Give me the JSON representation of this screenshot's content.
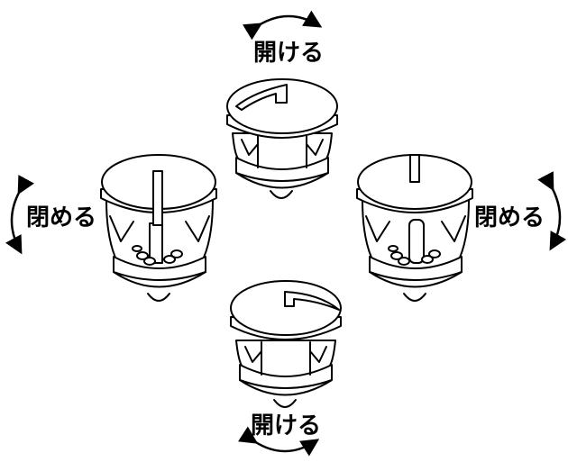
{
  "labels": {
    "open_top": "開ける",
    "open_bottom": "開ける",
    "close_left": "閉める",
    "close_right": "閉める"
  },
  "colors": {
    "line": "#000000",
    "fill": "#ffffff"
  },
  "icons": [
    "curved-double-arrow-icon",
    "strainer-cap-illustration"
  ]
}
